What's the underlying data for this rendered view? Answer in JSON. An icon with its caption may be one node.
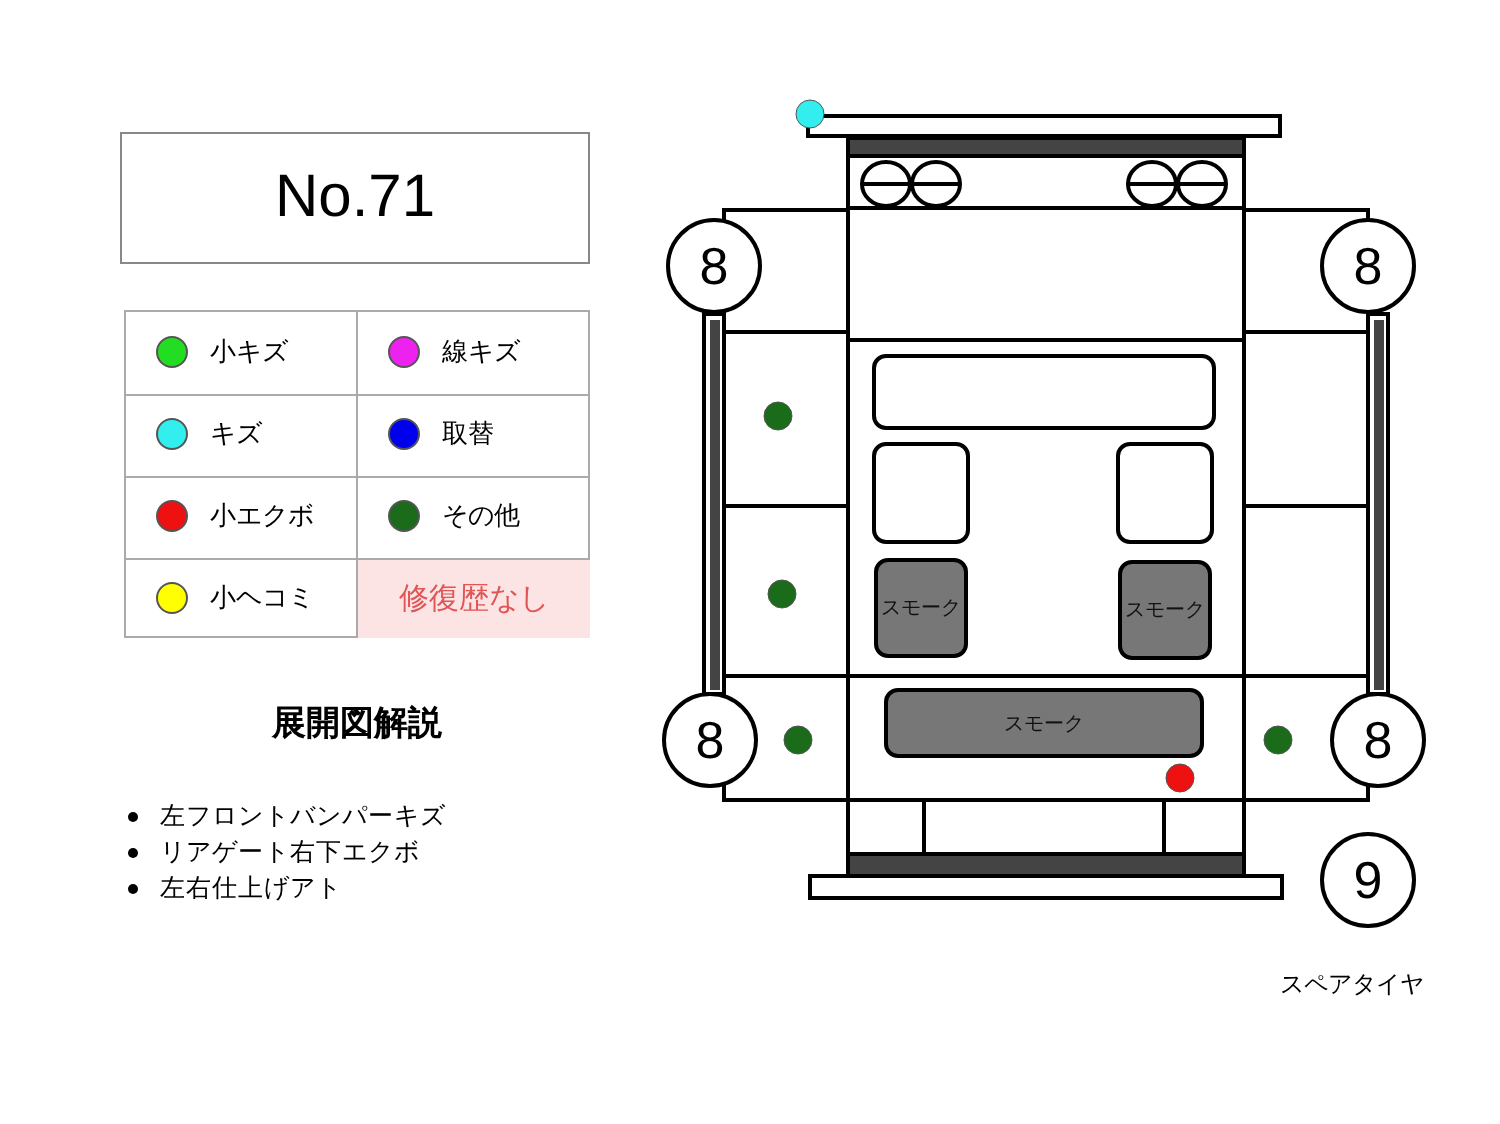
{
  "diagram": {
    "title": "No.71",
    "nodes": [
      {
        "text": [
          "8"
        ]
      },
      {
        "text": [
          "8"
        ]
      },
      {
        "text": [
          "スモーク"
        ]
      },
      {
        "text": [
          "スモーク"
        ]
      },
      {
        "text": [
          "8"
        ]
      },
      {
        "text": [
          "スモーク"
        ]
      },
      {
        "text": [
          "8"
        ]
      },
      {
        "text": [
          "9"
        ],
        "beside": [
          "スペアタイヤ"
        ]
      }
    ],
    "labels": [
      "修復歴なし",
      "展開図解説",
      "左フロントバンパーキズ",
      "リアゲート右下エクボ",
      "左右仕上げアト"
    ],
    "legend": [
      {
        "text": "小キズ",
        "color": "#22dd22"
      },
      {
        "text": "線キズ",
        "color": "#ee22ee"
      },
      {
        "text": "キズ",
        "color": "#33eeee"
      },
      {
        "text": "取替",
        "color": "#0000ee"
      },
      {
        "text": "小エクボ",
        "color": "#ee1111"
      },
      {
        "text": "その他",
        "color": "#1a6b1a"
      },
      {
        "text": "小ヘコミ",
        "color": "#ffff00"
      }
    ]
  }
}
